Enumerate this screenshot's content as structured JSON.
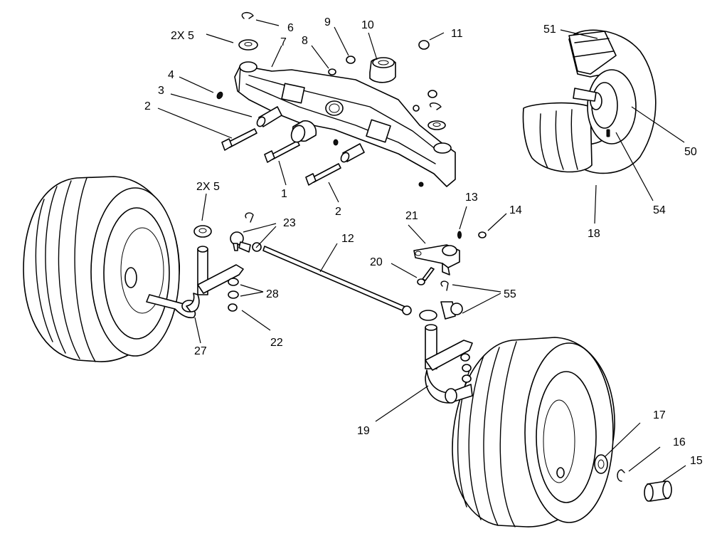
{
  "callouts": {
    "c1": "1",
    "c2a": "2",
    "c2b": "2",
    "c3": "3",
    "c4": "4",
    "c5a": "2X 5",
    "c5b": "2X 5",
    "c6": "6",
    "c7": "7",
    "c8": "8",
    "c9": "9",
    "c10": "10",
    "c11": "11",
    "c12": "12",
    "c13": "13",
    "c14": "14",
    "c15": "15",
    "c16": "16",
    "c17": "17",
    "c18": "18",
    "c19": "19",
    "c20": "20",
    "c21": "21",
    "c22": "22",
    "c23": "23",
    "c27": "27",
    "c28": "28",
    "c50": "50",
    "c51": "51",
    "c54": "54",
    "c55": "55"
  }
}
